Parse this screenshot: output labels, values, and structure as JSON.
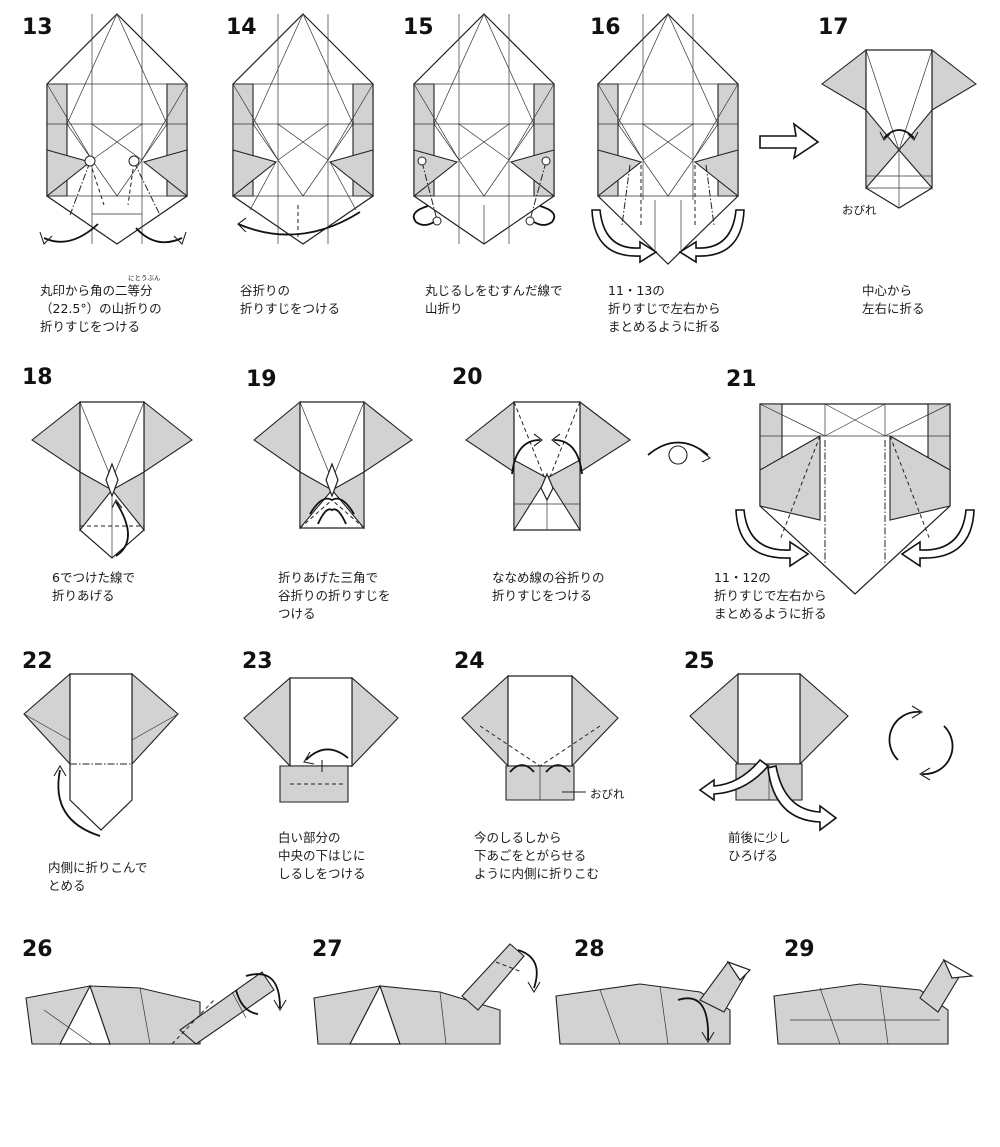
{
  "steps": [
    {
      "num": "13",
      "caption": [
        "丸印から角の二等分",
        "（22.5°）の山折りの",
        "折りすじをつける"
      ],
      "ruby": "にとうぶん"
    },
    {
      "num": "14",
      "caption": [
        "谷折りの",
        "折りすじをつける"
      ]
    },
    {
      "num": "15",
      "caption": [
        "丸じるしをむすんだ線で",
        "山折り"
      ]
    },
    {
      "num": "16",
      "caption": [
        "11・13の",
        "折りすじで左右から",
        "まとめるように折る"
      ]
    },
    {
      "num": "17",
      "caption": [
        "中心から",
        "左右に折る"
      ],
      "label": "おびれ"
    },
    {
      "num": "18",
      "caption": [
        "6でつけた線で",
        "折りあげる"
      ]
    },
    {
      "num": "19",
      "caption": [
        "折りあげた三角で",
        "谷折りの折りすじを",
        "つける"
      ]
    },
    {
      "num": "20",
      "caption": [
        "ななめ線の谷折りの",
        "折りすじをつける"
      ]
    },
    {
      "num": "21",
      "caption": [
        "11・12の",
        "折りすじで左右から",
        "まとめるように折る"
      ]
    },
    {
      "num": "22",
      "caption": [
        "内側に折りこんで",
        "とめる"
      ]
    },
    {
      "num": "23",
      "caption": [
        "白い部分の",
        "中央の下はじに",
        "しるしをつける"
      ]
    },
    {
      "num": "24",
      "caption": [
        "今のしるしから",
        "下あごをとがらせる",
        "ように内側に折りこむ"
      ],
      "label": "おびれ"
    },
    {
      "num": "25",
      "caption": [
        "前後に少し",
        "ひろげる"
      ]
    },
    {
      "num": "26",
      "caption": []
    },
    {
      "num": "27",
      "caption": []
    },
    {
      "num": "28",
      "caption": []
    },
    {
      "num": "29",
      "caption": []
    }
  ],
  "icons": {
    "flip": "turn-over-icon",
    "rotate": "rotate-icon",
    "next": "next-arrow-icon"
  },
  "colors": {
    "paper_back": "#d2d2d2",
    "paper_front": "#ffffff",
    "line": "#222222"
  }
}
